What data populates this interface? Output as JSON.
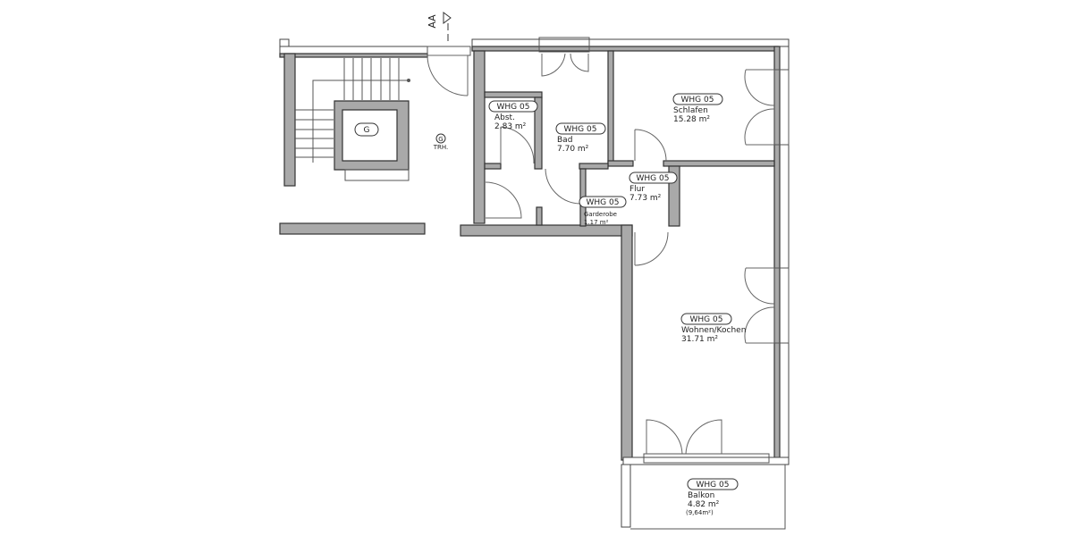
{
  "section_marker": "AA",
  "stairwell": {
    "elevator_label": "G",
    "stair_symbol": "G",
    "stair_sub": "TRH."
  },
  "rooms": [
    {
      "tag": "WHG 05",
      "name": "Abst.",
      "area": "2.83 m²"
    },
    {
      "tag": "WHG 05",
      "name": "Bad",
      "area": "7.70 m²"
    },
    {
      "tag": "WHG 05",
      "name": "Schlafen",
      "area": "15.28 m²"
    },
    {
      "tag": "WHG 05",
      "name": "Flur",
      "area": "7.73 m²"
    },
    {
      "tag": "WHG 05",
      "name": "Garderobe",
      "area": "1.17 m²"
    },
    {
      "tag": "WHG 05",
      "name": "Wohnen/Kochen",
      "area": "31.71 m²"
    },
    {
      "tag": "WHG 05",
      "name": "Balkon",
      "area": "4.82 m²",
      "note": "(9,64m²)"
    }
  ]
}
